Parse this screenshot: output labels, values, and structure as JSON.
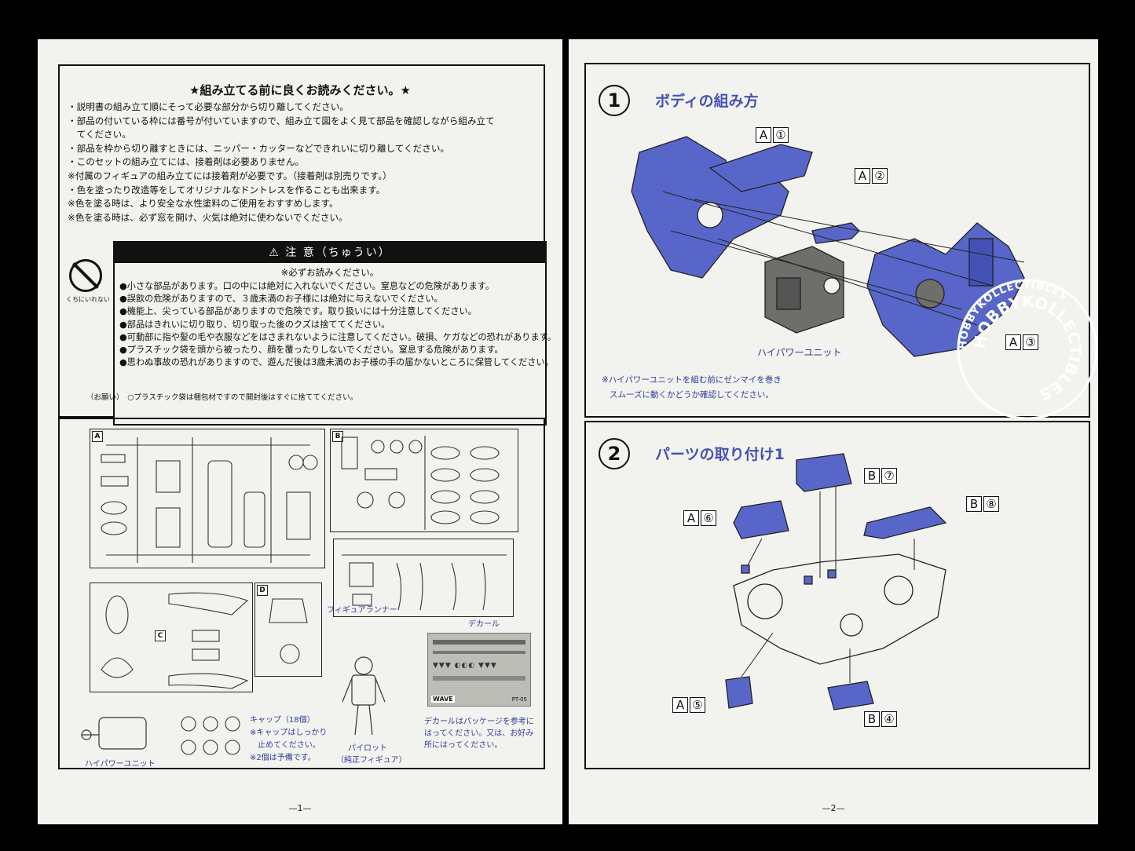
{
  "left_page": {
    "heading": "★組み立てる前に良くお読みください。★",
    "instructions": [
      "・説明書の組み立て順にそって必要な部分から切り離してください。",
      "・部品の付いている枠には番号が付いていますので、組み立て図をよく見て部品を確認しながら組み立て",
      "　てください。",
      "・部品を枠から切り離すときには、ニッパー・カッターなどできれいに切り離してください。",
      "・このセットの組み立てには、接着剤は必要ありません。",
      "※付属のフィギュアの組み立てには接着剤が必要です。（接着剤は別売りです。）",
      "・色を塗ったり改造等をしてオリジナルなドントレスを作ることも出来ます。",
      "※色を塗る時は、より安全な水性塗料のご使用をおすすめします。",
      "※色を塗る時は、必ず窓を開け、火気は絶対に使わないでください。"
    ],
    "caution": {
      "title": "注 意（ちゅうい）",
      "subtitle": "※必ずお読みください。",
      "items": [
        "●小さな部品があります。口の中には絶対に入れないでください。窒息などの危険があります。",
        "●誤飲の危険がありますので、３歳未満のお子様には絶対に与えないでください。",
        "●機能上、尖っている部品がありますので危険です。取り扱いには十分注意してください。",
        "●部品はきれいに切り取り、切り取った後のクズは捨ててください。",
        "●可動部に指や髪の毛や衣服などをはさまれないように注意してください。破損、ケガなどの恐れがあります。",
        "●プラスチック袋を頭から被ったり、顔を覆ったりしないでください。窒息する危険があります。",
        "●思わぬ事故の恐れがありますので、遊んだ後は3歳未満のお子様の手の届かないところに保管してください。"
      ]
    },
    "icon_caption": "くちにいれない",
    "bag_note": "（お願い）　○プラスチック袋は梱包材ですので開封後はすぐに捨ててください。",
    "runner_labels": [
      "A",
      "B",
      "C",
      "D"
    ],
    "captions": {
      "figure_runner": "フィギュアランナー",
      "decal": "デカール",
      "unit": "ハイパワーユニット",
      "caps": [
        "キャップ（18個）",
        "※キャップはしっかり",
        "　止めてください。",
        "※2個は予備です。"
      ],
      "pilot": [
        "パイロット",
        "（純正フィギュア）"
      ],
      "decal_note": [
        "デカールはパッケージを参考に",
        "はってください。又は、お好み",
        "所にはってください。"
      ]
    },
    "decal_code": "PT-05",
    "decal_brand": "WAVE",
    "page_number": "—1—"
  },
  "right_page": {
    "steps": [
      {
        "number": "1",
        "title": "ボディの組み方",
        "labels": [
          {
            "letter": "A",
            "num": "①"
          },
          {
            "letter": "A",
            "num": "②"
          },
          {
            "letter": "A",
            "num": "③"
          }
        ],
        "unit_label": "ハイパワーユニット",
        "note": [
          "※ハイパワーユニットを組む前にゼンマイを巻き",
          "スムーズに動くかどうか確認してください。"
        ]
      },
      {
        "number": "2",
        "title": "パーツの取り付け1",
        "labels": [
          {
            "letter": "B",
            "num": "⑦"
          },
          {
            "letter": "A",
            "num": "⑥"
          },
          {
            "letter": "B",
            "num": "⑧"
          },
          {
            "letter": "A",
            "num": "⑤"
          },
          {
            "letter": "B",
            "num": "④"
          }
        ]
      }
    ],
    "page_number": "—2—"
  },
  "watermark": "HOBBYKOLLECTIBLES",
  "colors": {
    "accent_blue": "#4552b5",
    "part_blue": "#5866c9",
    "paper": "#f2f2ee"
  }
}
